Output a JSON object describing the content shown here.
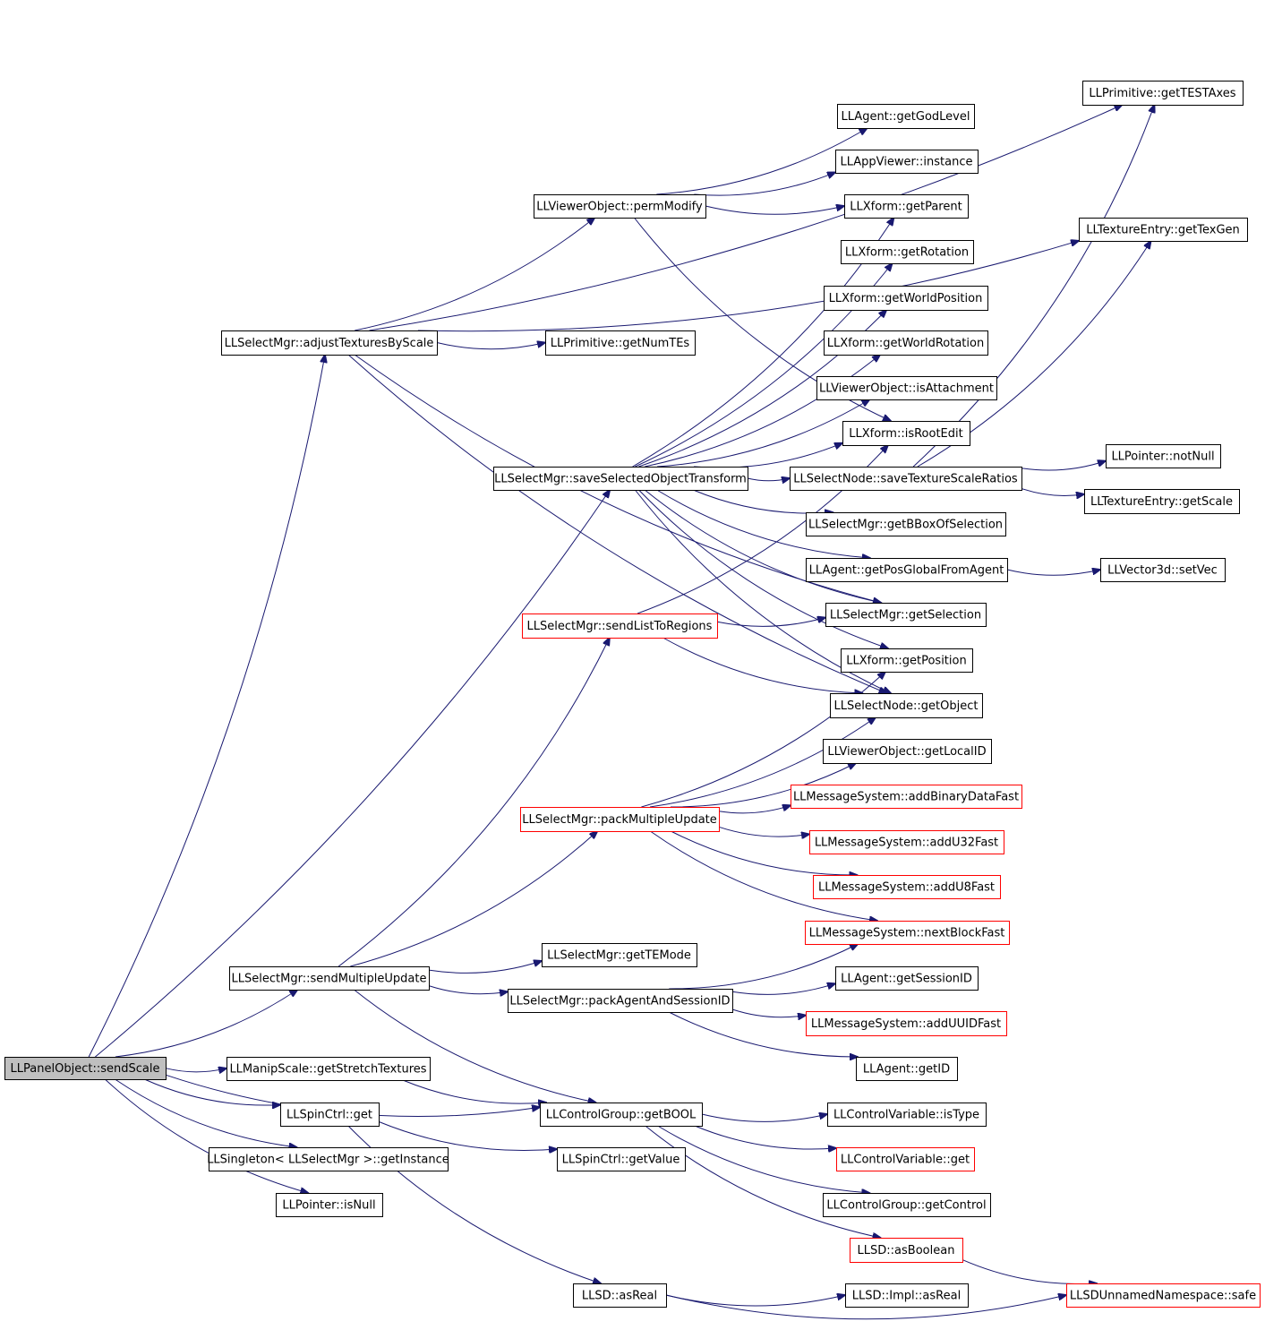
{
  "graph": {
    "title": "",
    "colors": {
      "edge": "#191970",
      "truncated_border": "#ff0000",
      "normal_border": "#000000",
      "root_fill": "#bfbfbf"
    },
    "nodes": [
      {
        "id": "root",
        "label": "LLPanelObject::sendScale",
        "style": "root"
      },
      {
        "id": "adjust",
        "label": "LLSelectMgr::adjustTexturesByScale",
        "style": "normal"
      },
      {
        "id": "sendMulti",
        "label": "LLSelectMgr::sendMultipleUpdate",
        "style": "normal"
      },
      {
        "id": "manipStretch",
        "label": "LLManipScale::getStretchTextures",
        "style": "normal"
      },
      {
        "id": "spinGet",
        "label": "LLSpinCtrl::get",
        "style": "normal"
      },
      {
        "id": "singleton",
        "label": "LLSingleton< LLSelectMgr >::getInstance",
        "style": "normal"
      },
      {
        "id": "ptrIsNull",
        "label": "LLPointer::isNull",
        "style": "normal"
      },
      {
        "id": "permModify",
        "label": "LLViewerObject::permModify",
        "style": "normal"
      },
      {
        "id": "getNumTEs",
        "label": "LLPrimitive::getNumTEs",
        "style": "normal"
      },
      {
        "id": "saveSel",
        "label": "LLSelectMgr::saveSelectedObjectTransform",
        "style": "normal"
      },
      {
        "id": "sendList",
        "label": "LLSelectMgr::sendListToRegions",
        "style": "truncated"
      },
      {
        "id": "packMulti",
        "label": "LLSelectMgr::packMultipleUpdate",
        "style": "truncated"
      },
      {
        "id": "getTEMode",
        "label": "LLSelectMgr::getTEMode",
        "style": "normal"
      },
      {
        "id": "packAgent",
        "label": "LLSelectMgr::packAgentAndSessionID",
        "style": "normal"
      },
      {
        "id": "getBOOL",
        "label": "LLControlGroup::getBOOL",
        "style": "normal"
      },
      {
        "id": "spinGetValue",
        "label": "LLSpinCtrl::getValue",
        "style": "normal"
      },
      {
        "id": "asReal",
        "label": "LLSD::asReal",
        "style": "normal"
      },
      {
        "id": "godLevel",
        "label": "LLAgent::getGodLevel",
        "style": "normal"
      },
      {
        "id": "appInst",
        "label": "LLAppViewer::instance",
        "style": "normal"
      },
      {
        "id": "getParent",
        "label": "LLXform::getParent",
        "style": "normal"
      },
      {
        "id": "getRotation",
        "label": "LLXform::getRotation",
        "style": "normal"
      },
      {
        "id": "getWorldPos",
        "label": "LLXform::getWorldPosition",
        "style": "normal"
      },
      {
        "id": "getWorldRot",
        "label": "LLXform::getWorldRotation",
        "style": "normal"
      },
      {
        "id": "isAttach",
        "label": "LLViewerObject::isAttachment",
        "style": "normal"
      },
      {
        "id": "isRootEdit",
        "label": "LLXform::isRootEdit",
        "style": "normal"
      },
      {
        "id": "saveTexRatios",
        "label": "LLSelectNode::saveTextureScaleRatios",
        "style": "normal"
      },
      {
        "id": "bbox",
        "label": "LLSelectMgr::getBBoxOfSelection",
        "style": "normal"
      },
      {
        "id": "posGlobal",
        "label": "LLAgent::getPosGlobalFromAgent",
        "style": "normal"
      },
      {
        "id": "getSelection",
        "label": "LLSelectMgr::getSelection",
        "style": "normal"
      },
      {
        "id": "getPosition",
        "label": "LLXform::getPosition",
        "style": "normal"
      },
      {
        "id": "getObject",
        "label": "LLSelectNode::getObject",
        "style": "normal"
      },
      {
        "id": "localID",
        "label": "LLViewerObject::getLocalID",
        "style": "normal"
      },
      {
        "id": "addBinary",
        "label": "LLMessageSystem::addBinaryDataFast",
        "style": "truncated"
      },
      {
        "id": "addU32",
        "label": "LLMessageSystem::addU32Fast",
        "style": "truncated"
      },
      {
        "id": "addU8",
        "label": "LLMessageSystem::addU8Fast",
        "style": "truncated"
      },
      {
        "id": "nextBlock",
        "label": "LLMessageSystem::nextBlockFast",
        "style": "truncated"
      },
      {
        "id": "sessionID",
        "label": "LLAgent::getSessionID",
        "style": "normal"
      },
      {
        "id": "addUUID",
        "label": "LLMessageSystem::addUUIDFast",
        "style": "truncated"
      },
      {
        "id": "agentID",
        "label": "LLAgent::getID",
        "style": "normal"
      },
      {
        "id": "isType",
        "label": "LLControlVariable::isType",
        "style": "normal"
      },
      {
        "id": "cvGet",
        "label": "LLControlVariable::get",
        "style": "truncated"
      },
      {
        "id": "getControl",
        "label": "LLControlGroup::getControl",
        "style": "normal"
      },
      {
        "id": "asBoolean",
        "label": "LLSD::asBoolean",
        "style": "truncated"
      },
      {
        "id": "implAsReal",
        "label": "LLSD::Impl::asReal",
        "style": "normal"
      },
      {
        "id": "testAxes",
        "label": "LLPrimitive::getTESTAxes",
        "style": "normal"
      },
      {
        "id": "texGen",
        "label": "LLTextureEntry::getTexGen",
        "style": "normal"
      },
      {
        "id": "notNull",
        "label": "LLPointer::notNull",
        "style": "normal"
      },
      {
        "id": "getScale",
        "label": "LLTextureEntry::getScale",
        "style": "normal"
      },
      {
        "id": "setVec",
        "label": "LLVector3d::setVec",
        "style": "normal"
      },
      {
        "id": "safe",
        "label": "LLSDUnnamedNamespace::safe",
        "style": "truncated"
      }
    ],
    "edges": [
      [
        "root",
        "adjust"
      ],
      [
        "root",
        "sendMulti"
      ],
      [
        "root",
        "manipStretch"
      ],
      [
        "root",
        "spinGet"
      ],
      [
        "root",
        "singleton"
      ],
      [
        "root",
        "ptrIsNull"
      ],
      [
        "root",
        "saveSel"
      ],
      [
        "root",
        "getBOOL"
      ],
      [
        "adjust",
        "testAxes"
      ],
      [
        "adjust",
        "texGen"
      ],
      [
        "adjust",
        "permModify"
      ],
      [
        "adjust",
        "getNumTEs"
      ],
      [
        "adjust",
        "getSelection"
      ],
      [
        "adjust",
        "getObject"
      ],
      [
        "permModify",
        "godLevel"
      ],
      [
        "permModify",
        "appInst"
      ],
      [
        "permModify",
        "getParent"
      ],
      [
        "permModify",
        "isRootEdit"
      ],
      [
        "saveSel",
        "getParent"
      ],
      [
        "saveSel",
        "getRotation"
      ],
      [
        "saveSel",
        "getWorldPos"
      ],
      [
        "saveSel",
        "getWorldRot"
      ],
      [
        "saveSel",
        "isAttach"
      ],
      [
        "saveSel",
        "isRootEdit"
      ],
      [
        "saveSel",
        "saveTexRatios"
      ],
      [
        "saveSel",
        "bbox"
      ],
      [
        "saveSel",
        "posGlobal"
      ],
      [
        "saveSel",
        "getSelection"
      ],
      [
        "saveSel",
        "getPosition"
      ],
      [
        "saveSel",
        "getObject"
      ],
      [
        "saveTexRatios",
        "testAxes"
      ],
      [
        "saveTexRatios",
        "texGen"
      ],
      [
        "saveTexRatios",
        "notNull"
      ],
      [
        "saveTexRatios",
        "getScale"
      ],
      [
        "posGlobal",
        "setVec"
      ],
      [
        "sendList",
        "getSelection"
      ],
      [
        "sendList",
        "getObject"
      ],
      [
        "sendList",
        "isRootEdit"
      ],
      [
        "sendMulti",
        "sendList"
      ],
      [
        "sendMulti",
        "packMulti"
      ],
      [
        "sendMulti",
        "getTEMode"
      ],
      [
        "sendMulti",
        "packAgent"
      ],
      [
        "sendMulti",
        "getBOOL"
      ],
      [
        "packMulti",
        "getPosition"
      ],
      [
        "packMulti",
        "getObject"
      ],
      [
        "packMulti",
        "localID"
      ],
      [
        "packMulti",
        "addBinary"
      ],
      [
        "packMulti",
        "addU32"
      ],
      [
        "packMulti",
        "addU8"
      ],
      [
        "packMulti",
        "nextBlock"
      ],
      [
        "packAgent",
        "nextBlock"
      ],
      [
        "packAgent",
        "sessionID"
      ],
      [
        "packAgent",
        "addUUID"
      ],
      [
        "packAgent",
        "agentID"
      ],
      [
        "manipStretch",
        "getBOOL"
      ],
      [
        "getBOOL",
        "isType"
      ],
      [
        "getBOOL",
        "cvGet"
      ],
      [
        "getBOOL",
        "getControl"
      ],
      [
        "getBOOL",
        "asBoolean"
      ],
      [
        "spinGet",
        "spinGetValue"
      ],
      [
        "spinGet",
        "asReal"
      ],
      [
        "asReal",
        "implAsReal"
      ],
      [
        "asReal",
        "safe"
      ],
      [
        "asBoolean",
        "safe"
      ]
    ]
  }
}
